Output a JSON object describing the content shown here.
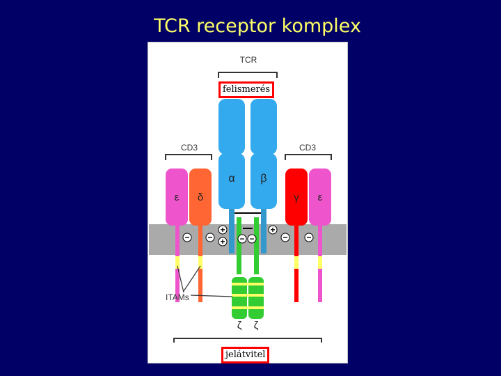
{
  "slide": {
    "title": "TCR receptor komplex"
  },
  "figure": {
    "tcr_label": "TCR",
    "cd3_left_label": "CD3",
    "cd3_right_label": "CD3",
    "itams_label": "ITAMs",
    "chains": {
      "epsilon_left": "ε",
      "delta": "δ",
      "alpha": "α",
      "beta": "β",
      "gamma": "γ",
      "epsilon_right": "ε",
      "zeta_left": "ζ",
      "zeta_right": "ζ"
    },
    "charges": {
      "plus": "+",
      "minus": "−"
    },
    "colors": {
      "background": "#000066",
      "title": "#ffff66",
      "tcr_chains": "#33aaee",
      "cd3_epsilon": "#ee55cc",
      "cd3_delta": "#ff6633",
      "cd3_gamma": "#ff0000",
      "zeta": "#33cc33",
      "itam": "#ffff66",
      "membrane": "#aaaaaa",
      "callout_border": "#ff0000"
    }
  },
  "callouts": {
    "recognition": "felismerés",
    "signaling": "jelátvitel"
  }
}
